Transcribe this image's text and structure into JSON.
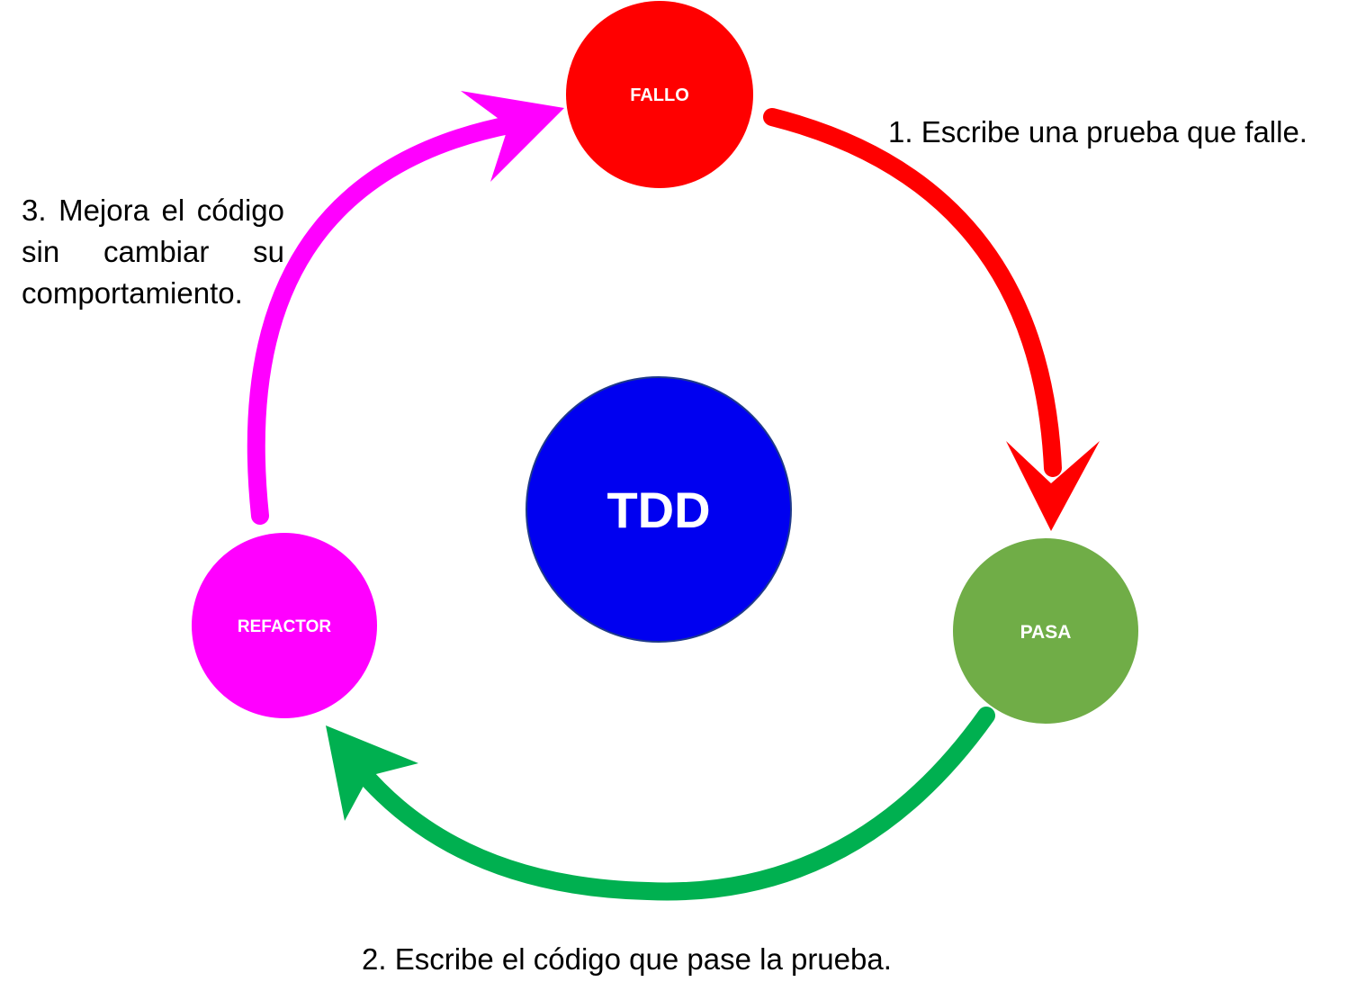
{
  "center": {
    "label": "TDD",
    "color": "#0000f0"
  },
  "nodes": {
    "fallo": {
      "label": "FALLO",
      "color": "#ff0000"
    },
    "pasa": {
      "label": "PASA",
      "color": "#70ad47"
    },
    "refactor": {
      "label": "REFACTOR",
      "color": "#ff00ff"
    }
  },
  "arrows": {
    "fallo_to_pasa": {
      "color": "#ff0000"
    },
    "pasa_to_refactor": {
      "color": "#00b050"
    },
    "refactor_to_fallo": {
      "color": "#ff00ff"
    }
  },
  "steps": {
    "step1": "1. Escribe una prueba que falle.",
    "step2": "2. Escribe el código que pase la prueba.",
    "step3": "3. Mejora el código sin cambiar su comportamiento."
  }
}
